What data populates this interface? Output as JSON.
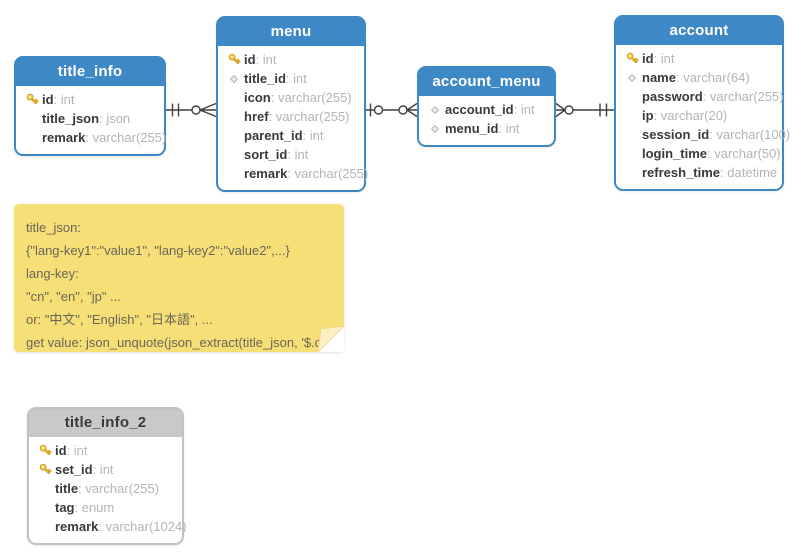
{
  "colors": {
    "header_blue": "#3e88c5",
    "header_gray": "#c9c9c9",
    "note_bg": "#f6df76",
    "field_name": "#3a3a3a",
    "field_type": "#b4b4b4",
    "connector": "#3f3f3f",
    "key_icon_gold": "#f2c12e"
  },
  "tables": [
    {
      "id": "title_info",
      "title": "title_info",
      "variant": "blue",
      "fields": [
        {
          "icon": "key",
          "name": "id",
          "type": "int"
        },
        {
          "icon": null,
          "name": "title_json",
          "type": "json"
        },
        {
          "icon": null,
          "name": "remark",
          "type": "varchar(255)"
        }
      ]
    },
    {
      "id": "menu",
      "title": "menu",
      "variant": "blue",
      "fields": [
        {
          "icon": "key",
          "name": "id",
          "type": "int"
        },
        {
          "icon": "diamond",
          "name": "title_id",
          "type": "int"
        },
        {
          "icon": null,
          "name": "icon",
          "type": "varchar(255)"
        },
        {
          "icon": null,
          "name": "href",
          "type": "varchar(255)"
        },
        {
          "icon": null,
          "name": "parent_id",
          "type": "int"
        },
        {
          "icon": null,
          "name": "sort_id",
          "type": "int"
        },
        {
          "icon": null,
          "name": "remark",
          "type": "varchar(255)"
        }
      ]
    },
    {
      "id": "account_menu",
      "title": "account_menu",
      "variant": "blue",
      "fields": [
        {
          "icon": "diamond",
          "name": "account_id",
          "type": "int"
        },
        {
          "icon": "diamond",
          "name": "menu_id",
          "type": "int"
        }
      ]
    },
    {
      "id": "account",
      "title": "account",
      "variant": "blue",
      "fields": [
        {
          "icon": "key",
          "name": "id",
          "type": "int"
        },
        {
          "icon": "diamond",
          "name": "name",
          "type": "varchar(64)"
        },
        {
          "icon": null,
          "name": "password",
          "type": "varchar(255)"
        },
        {
          "icon": null,
          "name": "ip",
          "type": "varchar(20)"
        },
        {
          "icon": null,
          "name": "session_id",
          "type": "varchar(100)"
        },
        {
          "icon": null,
          "name": "login_time",
          "type": "varchar(50)"
        },
        {
          "icon": null,
          "name": "refresh_time",
          "type": "datetime"
        }
      ]
    },
    {
      "id": "title_info_2",
      "title": "title_info_2",
      "variant": "gray",
      "fields": [
        {
          "icon": "key",
          "name": "id",
          "type": "int"
        },
        {
          "icon": "key",
          "name": "set_id",
          "type": "int"
        },
        {
          "icon": null,
          "name": "title",
          "type": "varchar(255)"
        },
        {
          "icon": null,
          "name": "tag",
          "type": "enum"
        },
        {
          "icon": null,
          "name": "remark",
          "type": "varchar(1024)"
        }
      ]
    }
  ],
  "note": {
    "lines": [
      "title_json:",
      "{\"lang-key1\":\"value1\", \"lang-key2\":\"value2\",...}",
      "lang-key:",
      "\"cn\", \"en\", \"jp\" ...",
      "or: \"中文\", \"English\", \"日本語\", ...",
      "get value: json_unquote(json_extract(title_json, '$.cn')"
    ]
  },
  "connectors": [
    {
      "from": "title_info",
      "to": "menu",
      "from_cardinality": "exactly-one",
      "to_cardinality": "zero-or-many"
    },
    {
      "from": "menu",
      "to": "account_menu",
      "from_cardinality": "zero-or-one",
      "to_cardinality": "zero-or-many"
    },
    {
      "from": "account_menu",
      "to": "account",
      "from_cardinality": "zero-or-many",
      "to_cardinality": "exactly-one"
    }
  ]
}
